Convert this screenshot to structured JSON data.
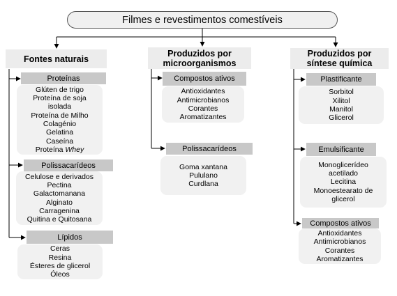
{
  "title": "Filmes e revestimentos comestíveis",
  "columns": {
    "natural": {
      "heading": "Fontes naturais",
      "groups": {
        "proteinas": {
          "label": "Proteínas",
          "items": [
            "Glúten de trigo",
            "Proteína de soja",
            "isolada",
            "Proteína de Milho",
            "Colagénio",
            "Gelatina",
            "Caseína",
            "Proteína "
          ],
          "emphasis": "Whey"
        },
        "polissacarideos": {
          "label": "Polissacarídeos",
          "items": [
            "Celulose e derivados",
            "Pectina",
            "Galactomanana",
            "Alginato",
            "Carragenina",
            "Quitina e Quitosana"
          ]
        },
        "lipidos": {
          "label": "Lípidos",
          "items": [
            "Ceras",
            "Resina",
            "Ésteres de glicerol",
            "Óleos"
          ]
        }
      }
    },
    "micro": {
      "heading_line1": "Produzidos por",
      "heading_line2": "microorganismos",
      "groups": {
        "compostos": {
          "label": "Compostos ativos",
          "items": [
            "Antioxidantes",
            "Antimicrobianos",
            "Corantes",
            "Aromatizantes"
          ]
        },
        "polissacarideos": {
          "label": "Polissacarídeos",
          "items": [
            "Goma xantana",
            "Pululano",
            "Curdlana"
          ]
        }
      }
    },
    "quimica": {
      "heading_line1": "Produzidos por",
      "heading_line2": "síntese química",
      "groups": {
        "plastificante": {
          "label": "Plastificante",
          "items": [
            "Sorbitol",
            "Xilitol",
            "Manitol",
            "Glicerol"
          ]
        },
        "emulsificante": {
          "label": "Emulsificante",
          "items": [
            "Monoglicerídeo",
            "acetilado",
            "Lecitina",
            "Monoestearato de",
            "glicerol"
          ]
        },
        "compostos": {
          "label": "Compostos ativos",
          "items": [
            "Antioxidantes",
            "Antimicrobianos",
            "Corantes",
            "Aromatizantes"
          ]
        }
      }
    }
  }
}
